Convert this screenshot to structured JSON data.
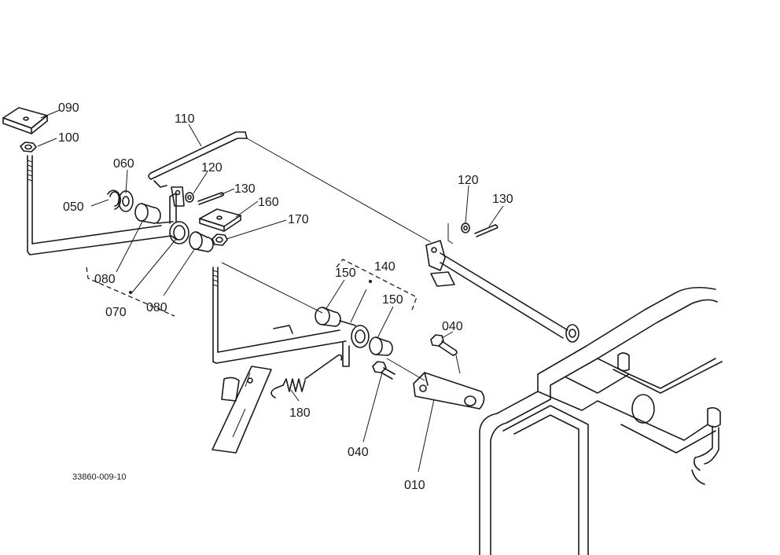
{
  "diagram": {
    "drawing_code": "33860-009-10",
    "callouts": [
      {
        "id": "c090a",
        "text": "090"
      },
      {
        "id": "c100a",
        "text": "100"
      },
      {
        "id": "c110a",
        "text": "110"
      },
      {
        "id": "c060a",
        "text": "060"
      },
      {
        "id": "c050a",
        "text": "050"
      },
      {
        "id": "c120a",
        "text": "120"
      },
      {
        "id": "c130a",
        "text": "130"
      },
      {
        "id": "c160a",
        "text": "160"
      },
      {
        "id": "c170a",
        "text": "170"
      },
      {
        "id": "c080a",
        "text": "080"
      },
      {
        "id": "c070a",
        "text": "070"
      },
      {
        "id": "c080b",
        "text": "080"
      },
      {
        "id": "c120b",
        "text": "120"
      },
      {
        "id": "c130b",
        "text": "130"
      },
      {
        "id": "c140a",
        "text": "140"
      },
      {
        "id": "c150a",
        "text": "150"
      },
      {
        "id": "c150b",
        "text": "150"
      },
      {
        "id": "c040a",
        "text": "040"
      },
      {
        "id": "c180a",
        "text": "180"
      },
      {
        "id": "c040b",
        "text": "040"
      },
      {
        "id": "c010a",
        "text": "010"
      }
    ]
  }
}
